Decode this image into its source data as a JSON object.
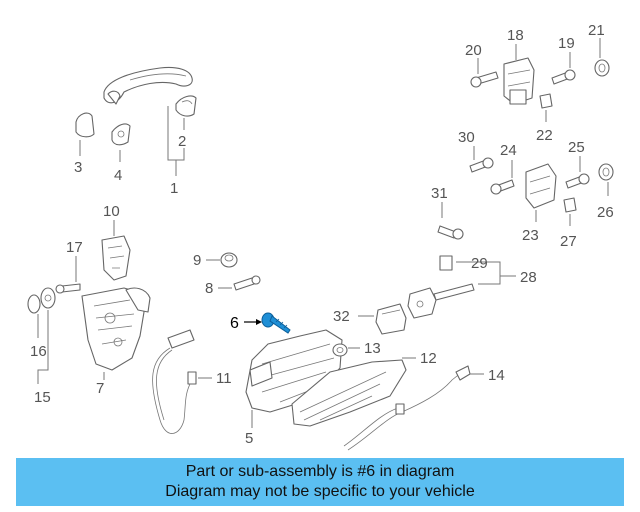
{
  "callouts": {
    "c1": "1",
    "c2": "2",
    "c3": "3",
    "c4": "4",
    "c5": "5",
    "c6": "6",
    "c7": "7",
    "c8": "8",
    "c9": "9",
    "c10": "10",
    "c11": "11",
    "c12": "12",
    "c13": "13",
    "c14": "14",
    "c15": "15",
    "c16": "16",
    "c17": "17",
    "c18": "18",
    "c19": "19",
    "c20": "20",
    "c21": "21",
    "c22": "22",
    "c23": "23",
    "c24": "24",
    "c25": "25",
    "c26": "26",
    "c27": "27",
    "c28": "28",
    "c29": "29",
    "c30": "30",
    "c31": "31",
    "c32": "32"
  },
  "highlight": {
    "part_number": "6",
    "color": "#1f8fd6"
  },
  "banner": {
    "line1": "Part or sub-assembly is #6 in diagram",
    "line2": "Diagram may not be specific to your vehicle",
    "background": "#5bbff2"
  }
}
